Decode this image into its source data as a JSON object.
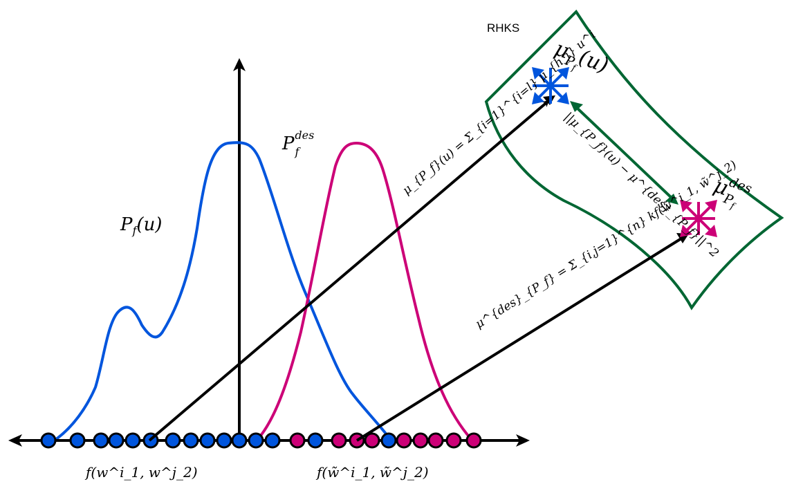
{
  "rhks_label": "RHKS",
  "labels": {
    "pf_u": {
      "main": "P",
      "sub": "f",
      "rest": "(u)"
    },
    "pf_des": {
      "main": "P",
      "sub": "f",
      "sup": "des"
    },
    "mu_pf_u": {
      "main": "μ",
      "sub": "P",
      "subsub": "f",
      "rest": "(u)"
    },
    "mu_pf_des": {
      "main": "μ",
      "sub": "P",
      "subsub": "f",
      "sup": "des"
    },
    "eq_mu_pf": "μ_{P_f}(u) = Σ_{i=1}^{i=l} μ_{h_i} u^i",
    "eq_mu_pf_des": "μ^{des}_{P_f} = Σ_{i,j=1}^{n} kf(w̃^i_1, w̃^j_2)",
    "eq_norm": "||μ_{P_f}(u) − μ^{des}_{P_f}||^2",
    "x_label_left": "f(w^i_1, w^j_2)",
    "x_label_right": "f(w̃^i_1, w̃^j_2)"
  },
  "colors": {
    "blue": "#0055dd",
    "magenta": "#cc0077",
    "green": "#006633",
    "black": "#000000"
  },
  "point_sequence": [
    "blue",
    "blue",
    "blue",
    "blue",
    "blue",
    "blue",
    "blue",
    "blue",
    "blue",
    "blue",
    "blue",
    "blue",
    "blue",
    "magenta",
    "blue",
    "magenta",
    "magenta",
    "magenta",
    "blue",
    "magenta",
    "magenta",
    "magenta",
    "magenta",
    "magenta"
  ]
}
